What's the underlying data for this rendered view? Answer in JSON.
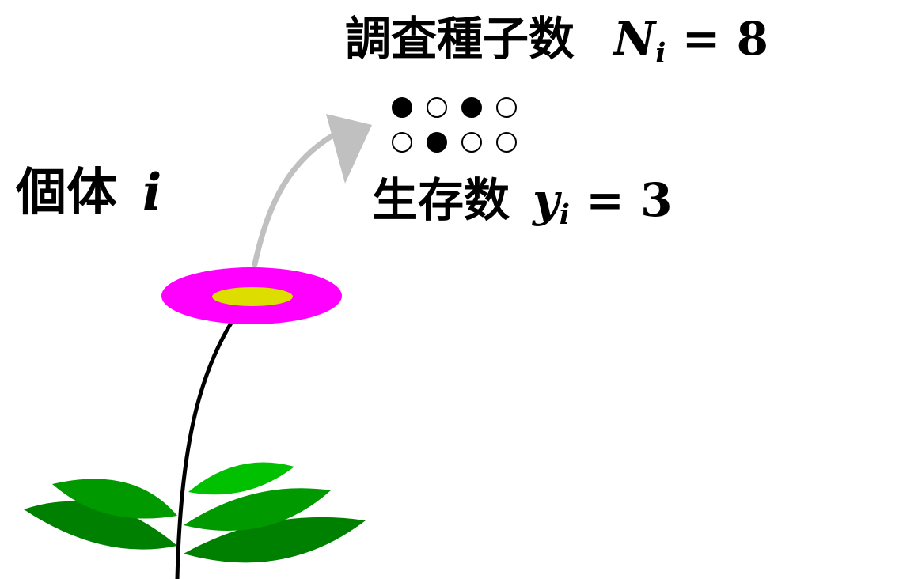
{
  "labels": {
    "seeds": {
      "text": "調査種子数",
      "var": "N",
      "sub": "i",
      "op": "=",
      "value": "8"
    },
    "individual": {
      "text": "個体",
      "var": "i"
    },
    "survivors": {
      "text": "生存数",
      "var": "y",
      "sub": "i",
      "op": "=",
      "value": "3"
    }
  },
  "seed_grid": {
    "rows": [
      [
        "survived",
        "dead",
        "survived",
        "dead"
      ],
      [
        "dead",
        "survived",
        "dead",
        "dead"
      ]
    ]
  },
  "colors": {
    "petal": "#ff00ff",
    "flower_center": "#dddd00",
    "leaf_dark": "#008000",
    "leaf_mid": "#009a00",
    "leaf_light": "#00c000",
    "stem": "#000000",
    "arrow": "#c0c0c0",
    "seed_survived": "#000000",
    "seed_dead": "#ffffff"
  }
}
